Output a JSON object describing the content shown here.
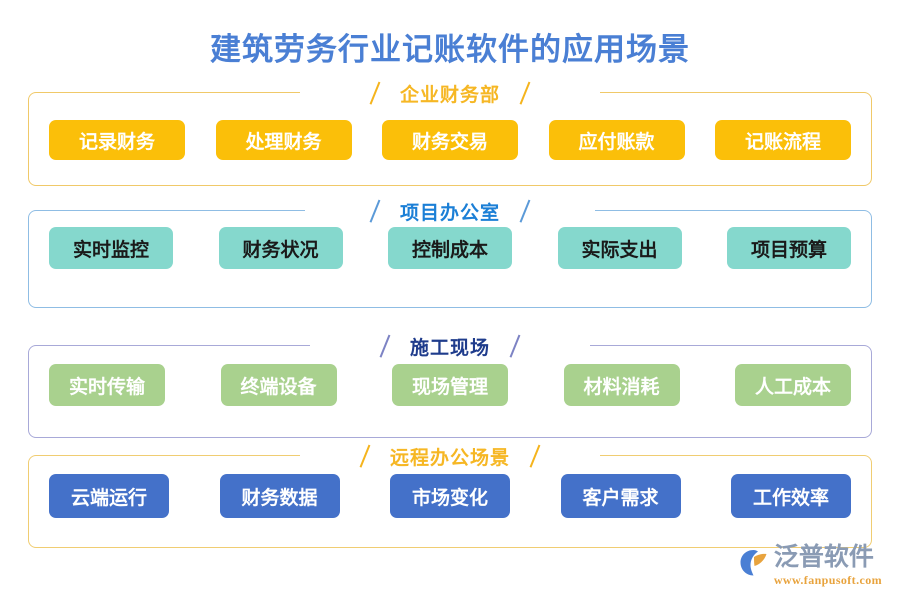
{
  "page": {
    "title": "建筑劳务行业记账软件的应用场景",
    "title_color": "#4a7fd4",
    "background": "#ffffff"
  },
  "sections": [
    {
      "id": "sec1",
      "title": "企业财务部",
      "title_color": "#f6b724",
      "border_color": "#f0c969",
      "tag_bg": "#fbbf09",
      "tag_text_color": "#ffffff",
      "tags": [
        "记录财务",
        "处理财务",
        "财务交易",
        "应付账款",
        "记账流程"
      ]
    },
    {
      "id": "sec2",
      "title": "项目办公室",
      "title_color": "#1b7fd6",
      "border_color": "#8fbde4",
      "tag_bg": "#85d8cd",
      "tag_text_color": "#1a1a1a",
      "tags": [
        "实时监控",
        "财务状况",
        "控制成本",
        "实际支出",
        "项目预算"
      ]
    },
    {
      "id": "sec3",
      "title": "施工现场",
      "title_color": "#1f3c8c",
      "border_color": "#a8a9d8",
      "tag_bg": "#a9d18e",
      "tag_text_color": "#ffffff",
      "tags": [
        "实时传输",
        "终端设备",
        "现场管理",
        "材料消耗",
        "人工成本"
      ]
    },
    {
      "id": "sec4",
      "title": "远程办公场景",
      "title_color": "#f6b724",
      "border_color": "#f0cd72",
      "tag_bg": "#4471c9",
      "tag_text_color": "#ffffff",
      "tags": [
        "云端运行",
        "财务数据",
        "市场变化",
        "客户需求",
        "工作效率"
      ]
    }
  ],
  "logo": {
    "name": "泛普软件",
    "url": "www.fanpusoft.com",
    "name_color": "#8a9bb4",
    "url_color": "#e8a33d",
    "mark_blue": "#4a7fd4",
    "mark_orange": "#e8a33d"
  }
}
